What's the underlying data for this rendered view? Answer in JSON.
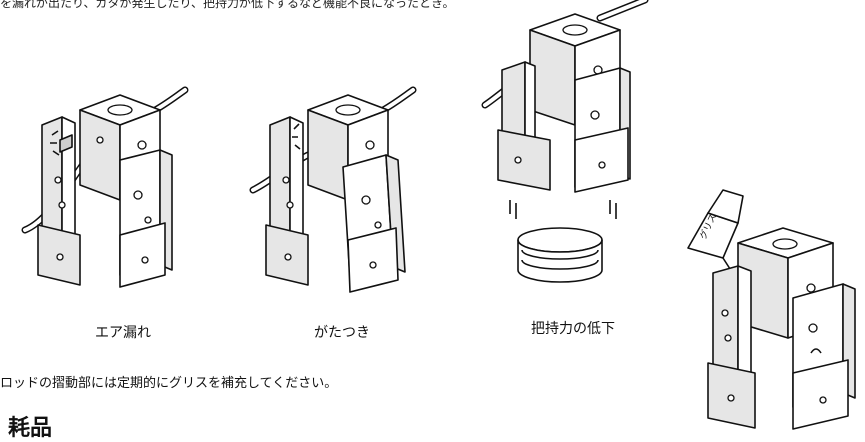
{
  "intro_text": "を漏れが出たり、ガタが発生したり、把持力が低下するなど機能不良になったとき。",
  "captions": {
    "air_leak": "エア漏れ",
    "rattle": "がたつき",
    "grip_drop": "把持力の低下"
  },
  "grease_label": "グリス",
  "maintenance_note": "ロッドの摺動部には定期的にグリスを補充してください。",
  "section_heading": "耗品"
}
